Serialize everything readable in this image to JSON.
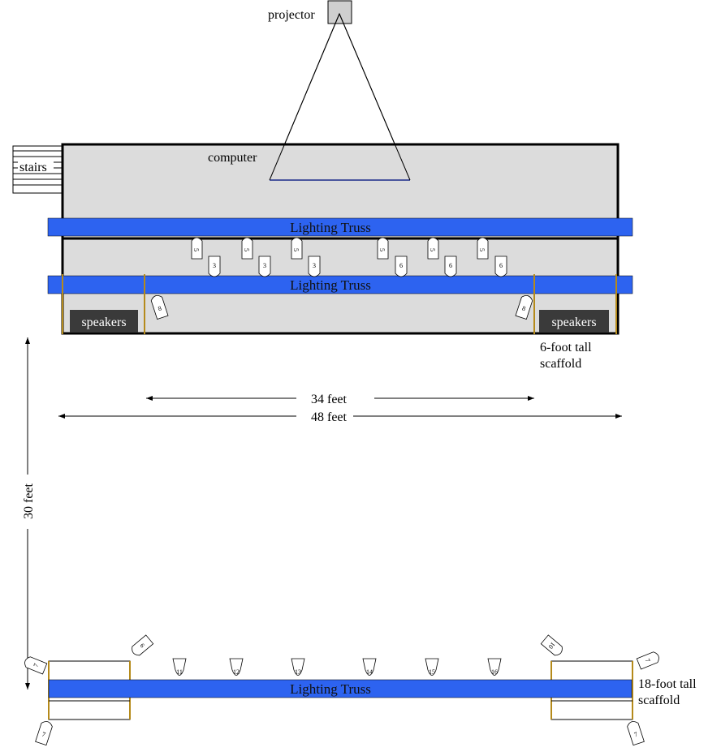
{
  "labels": {
    "projector": "projector",
    "computer": "computer",
    "stairs": "stairs",
    "truss_upper": "Lighting Truss",
    "truss_middle": "Lighting Truss",
    "truss_lower": "Lighting Truss",
    "speakers_left": "speakers",
    "speakers_right": "speakers",
    "scaffold6_line1": "6-foot tall",
    "scaffold6_line2": "scaffold",
    "scaffold18_line1": "18-foot tall",
    "scaffold18_line2": "scaffold",
    "dim_34": "34 feet",
    "dim_48": "48 feet",
    "dim_30": "30 feet"
  },
  "fixtures": {
    "upper_row": [
      "5",
      "5",
      "5",
      "5",
      "5",
      "5"
    ],
    "middle_row": [
      "3",
      "3",
      "3",
      "6",
      "6",
      "6"
    ],
    "side_left": "8",
    "side_right": "8",
    "front_left_top": "7",
    "front_left_bottom": "7",
    "front_right_top": "7",
    "front_right_bottom": "7",
    "front_left_angled": "9",
    "front_right_angled": "10",
    "front_row": [
      "11",
      "12",
      "13",
      "14",
      "15",
      "16"
    ]
  },
  "colors": {
    "truss": "#2d63f0",
    "stage": "#dcdcdc",
    "speakers": "#3a3a3a",
    "scaffold": "#b58a1a"
  }
}
